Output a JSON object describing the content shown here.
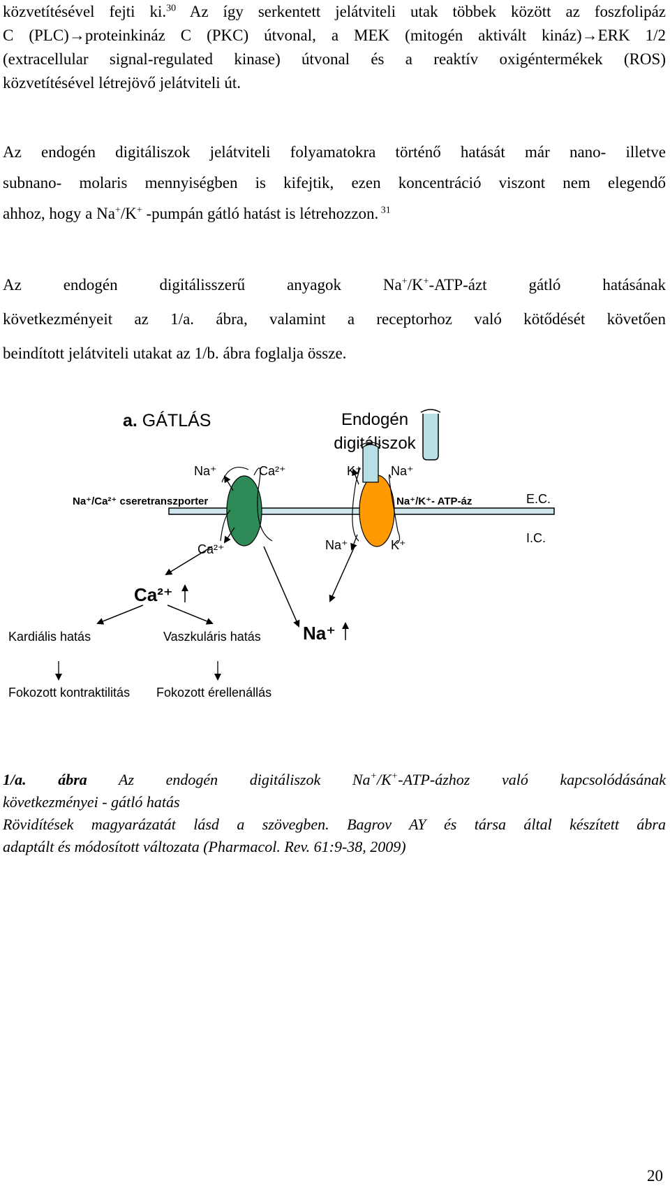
{
  "paragraph1": {
    "l1_pre": "közvetítésével fejti ki.",
    "l1_ref": "30",
    "l1_post": " Az így serkentett jelátviteli utak többek között az foszfolipáz",
    "l2": "C (PLC)→proteinkináz C (PKC) útvonal, a MEK (mitogén aktivált kináz)→ERK 1/2",
    "l3": "(extracellular signal-regulated kinase) útvonal és a reaktív oxigéntermékek (ROS)",
    "l4": "közvetítésével létrejövő jelátviteli út."
  },
  "paragraph2": {
    "l1": "Az endogén digitáliszok jelátviteli folyamatokra történő hatását már nano- illetve",
    "l2": "subnano- molaris mennyiségben is kifejtik, ezen koncentráció viszont nem elegendő",
    "l3_a": "ahhoz, hogy a Na",
    "l3_sup1": "+",
    "l3_b": "/K",
    "l3_sup2": "+",
    "l3_c": " -pumpán gátló hatást is létrehozzon.",
    "l3_ref": " 31"
  },
  "paragraph3": {
    "l1_a": "Az endogén digitálisszerű anyagok Na",
    "l1_sup1": "+",
    "l1_b": "/K",
    "l1_sup2": "+",
    "l1_c": "-ATP-ázt gátló hatásának",
    "l2": "következményeit az 1/a. ábra, valamint a receptorhoz való kötődését követően",
    "l3": "beindított jelátviteli utakat az 1/b. ábra foglalja össze."
  },
  "figure": {
    "title_bold": "a.",
    "title_rest": " GÁTLÁS",
    "ligand_line1": "Endogén",
    "ligand_line2": "digitáliszok",
    "exchanger_label": "Na⁺/Ca²⁺ cseretranszporter",
    "pump_label": "Na⁺/K⁺- ATP-áz",
    "ec_label": "E.C.",
    "ic_label": "I.C.",
    "na_out_exchanger": "Na⁺",
    "ca_out_exchanger": "Ca²⁺",
    "k_out_pump": "K⁺",
    "na_out_pump": "Na⁺",
    "ca_in_exchanger": "Ca²⁺",
    "na_in_pump": "Na⁺",
    "k_in_pump": "K⁺",
    "ca_increase": "Ca²⁺",
    "na_increase": "Na⁺",
    "cardiac_effect": "Kardiális hatás",
    "vascular_effect": "Vaszkuláris hatás",
    "cardiac_result": "Fokozott kontraktilitás",
    "vascular_result": "Fokozott érellenállás",
    "colors": {
      "membrane": "#cfe6ee",
      "exchanger": "#2e8b57",
      "pump": "#ff9a00",
      "ligand": "#b9dfe6"
    }
  },
  "caption": {
    "label": "1/a. ábra",
    "l1_a": " Az endogén digitáliszok Na",
    "l1_sup1": "+",
    "l1_b": "/K",
    "l1_sup2": "+",
    "l1_c": "-ATP-ázhoz való kapcsolódásának",
    "l2": "következményei - gátló hatás",
    "l3": "Rövidítések magyarázatát lásd a szövegben. Bagrov AY és társa által készített ábra",
    "l4": "adaptált és módosított változata (Pharmacol. Rev. 61:9-38, 2009)"
  },
  "page_number": "20"
}
